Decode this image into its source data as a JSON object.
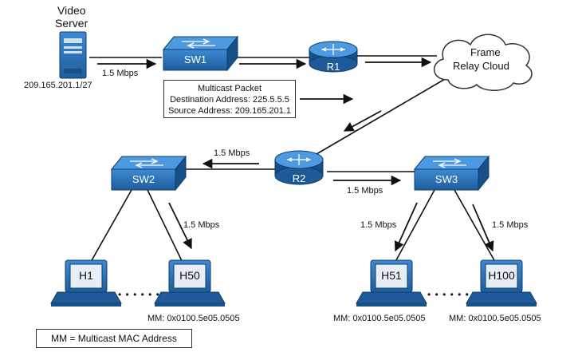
{
  "colors": {
    "device_blue": "#2f79c1",
    "device_dark": "#1e5a98",
    "line": "#111111",
    "screen": "#e8eef5"
  },
  "video_server": {
    "title_line1": "Video",
    "title_line2": "Server",
    "ip": "209.165.201.1/27"
  },
  "links": {
    "server_sw1": "1.5 Mbps",
    "r2_sw2": "1.5 Mbps",
    "r2_sw3": "1.5 Mbps",
    "sw2_h50": "1.5 Mbps",
    "sw3_h51": "1.5 Mbps",
    "sw3_h100": "1.5 Mbps"
  },
  "devices": {
    "sw1": "SW1",
    "r1": "R1",
    "r2": "R2",
    "sw2": "SW2",
    "sw3": "SW3",
    "cloud_line1": "Frame",
    "cloud_line2": "Relay Cloud"
  },
  "packet": {
    "title": "Multicast Packet",
    "dest": "Destination Address: 225.5.5.5",
    "src": "Source Address: 209.165.201.1"
  },
  "hosts": {
    "h1": "H1",
    "h50": "H50",
    "h51": "H51",
    "h100": "H100",
    "h50_mac": "MM: 0x0100.5e05.0505",
    "h51_mac": "MM: 0x0100.5e05.0505",
    "h100_mac": "MM: 0x0100.5e05.0505",
    "ellipsis": "• • • • • •"
  },
  "legend": "MM = Multicast MAC Address"
}
